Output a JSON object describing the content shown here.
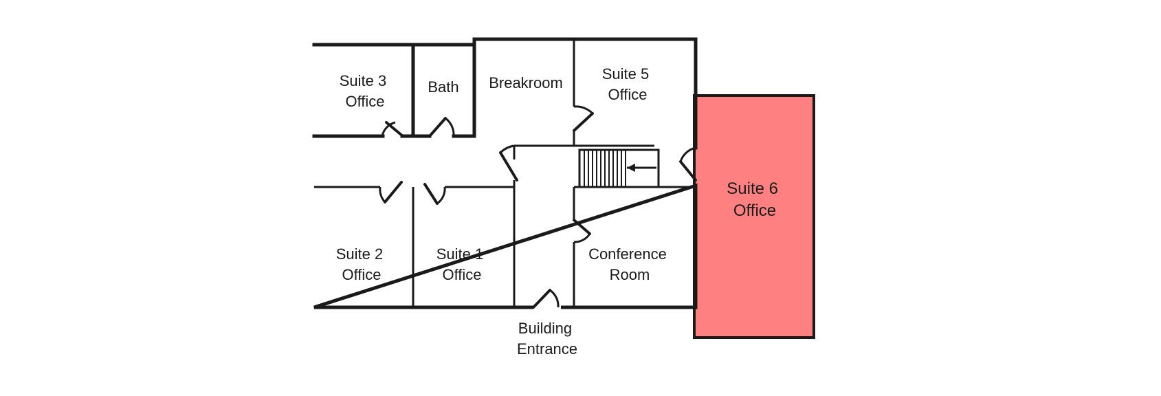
{
  "colors": {
    "wall": "#1a1a1a",
    "highlight_fill": "#ff8080",
    "background": "#ffffff"
  },
  "rooms": {
    "suite3": [
      "Suite 3",
      "Office"
    ],
    "bath": [
      "Bath"
    ],
    "breakroom": [
      "Breakroom"
    ],
    "suite5": [
      "Suite 5",
      "Office"
    ],
    "suite2": [
      "Suite 2",
      "Office"
    ],
    "suite1": [
      "Suite 1",
      "Office"
    ],
    "conference": [
      "Conference",
      "Room"
    ],
    "suite6": [
      "Suite 6",
      "Office"
    ],
    "entrance": [
      "Building",
      "Entrance"
    ]
  }
}
